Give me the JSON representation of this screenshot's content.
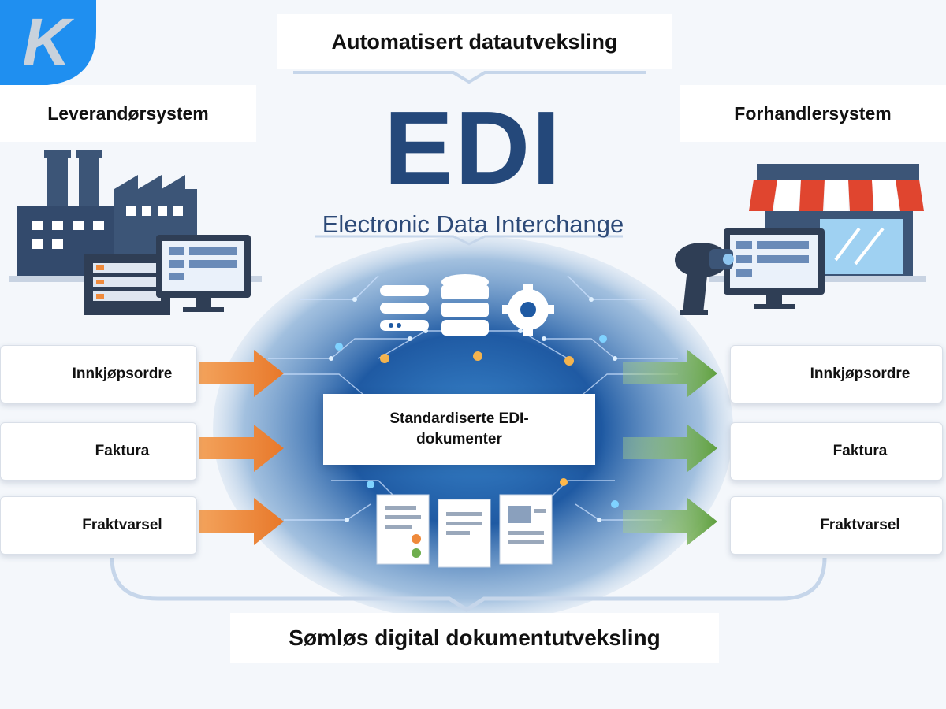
{
  "header": {
    "title": "Automatisert datautveksling"
  },
  "footer": {
    "title": "Sømløs digital dokumentutveksling"
  },
  "logo": {
    "mark": "K"
  },
  "edi": {
    "acronym": "EDI",
    "expansion": "Electronic Data Interchange"
  },
  "supplier": {
    "label": "Leverandørsystem"
  },
  "retailer": {
    "label": "Forhandlersystem"
  },
  "center": {
    "label": "Standardiserte EDI-dokumenter"
  },
  "documents_left": [
    {
      "label": "Innkjøpsordre",
      "icon": "clipboard-icon"
    },
    {
      "label": "Faktura",
      "icon": "invoice-icon"
    },
    {
      "label": "Fraktvarsel",
      "icon": "package-icon"
    }
  ],
  "documents_right": [
    {
      "label": "Innkjøpsordre",
      "icon": "clipboard-icon"
    },
    {
      "label": "Faktura",
      "icon": "invoice-icon"
    },
    {
      "label": "Fraktvarsel",
      "icon": "package-icon"
    }
  ],
  "colors": {
    "navy": "#24487a",
    "arrow_left": "#ef8a3b",
    "arrow_right": "#6fae4e",
    "logo_blue": "#1f8ff0",
    "awning_red": "#e0452f"
  }
}
